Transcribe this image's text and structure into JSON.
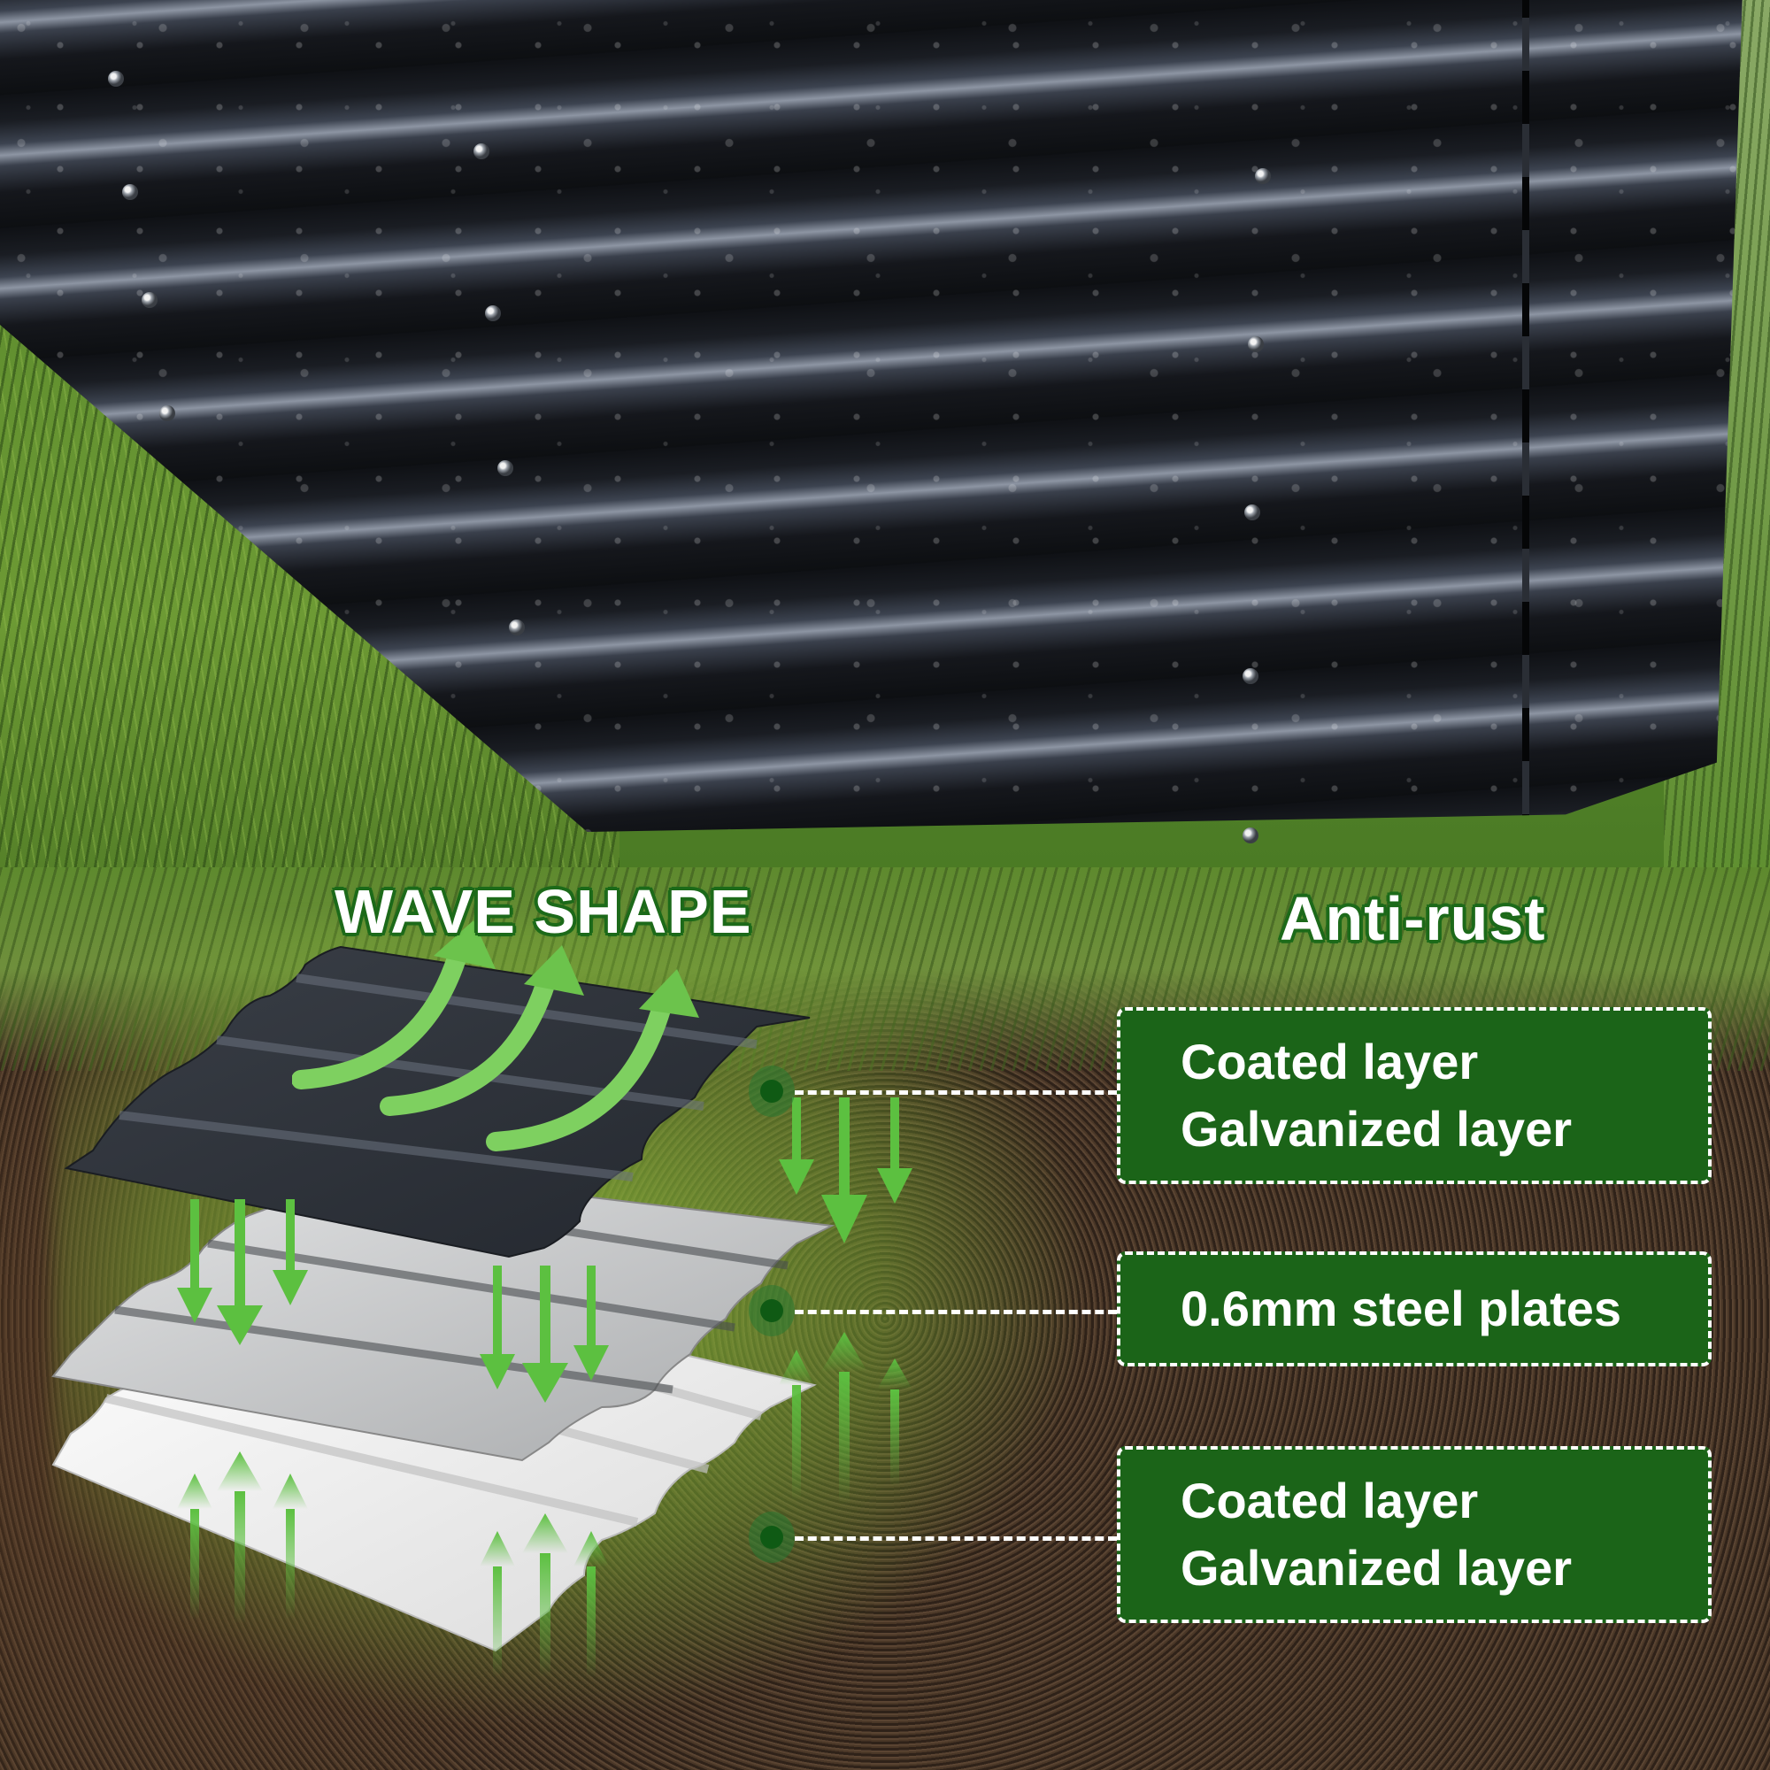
{
  "product_image": {
    "subject": "dark gray corrugated metal raised garden bed with water droplets on grass",
    "colors": {
      "metal": "#15171c",
      "grass": "#5f8f30",
      "soil": "#3a2b1f"
    }
  },
  "headings": {
    "left": "WAVE SHAPE",
    "right": "Anti-rust"
  },
  "diagram": {
    "layers": [
      {
        "name": "top-coated-plate",
        "color": "#2f343c"
      },
      {
        "name": "steel-core-plate",
        "color": "#c9cbcd"
      },
      {
        "name": "bottom-coated-plate",
        "color": "#eeeeee"
      }
    ],
    "arrow_color": "#5cc040"
  },
  "callouts": [
    {
      "lines": [
        "Coated layer",
        "Galvanized layer"
      ]
    },
    {
      "lines": [
        "0.6mm steel plates"
      ]
    },
    {
      "lines": [
        "Coated layer",
        "Galvanized layer"
      ]
    }
  ],
  "accent_colors": {
    "label_bg": "#1b6418",
    "heading_outline": "#1d6a1a",
    "dot": "#0f5a14"
  }
}
